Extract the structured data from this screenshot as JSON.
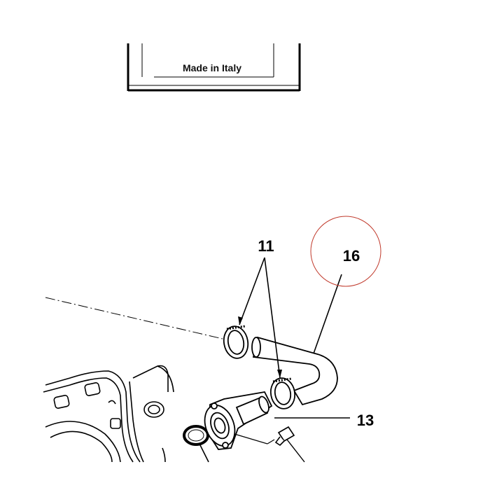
{
  "nameplate": {
    "text": "Made in Italy"
  },
  "callouts": [
    {
      "id": "11",
      "label": "11"
    },
    {
      "id": "16",
      "label": "16"
    },
    {
      "id": "13",
      "label": "13"
    }
  ],
  "highlight_color": "#c0392b",
  "line_color": "#000000"
}
